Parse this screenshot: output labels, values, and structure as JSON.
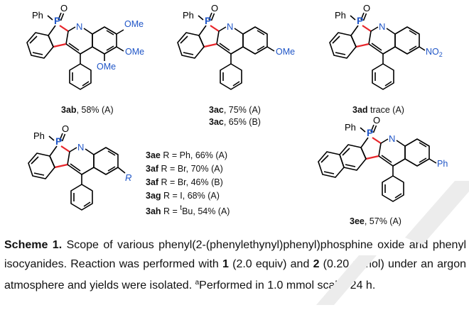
{
  "compounds": {
    "c3ab": {
      "id": "3ab",
      "text": ", 58% (A)",
      "substituents": {
        "a": "OMe",
        "b": "OMe",
        "c": "OMe"
      }
    },
    "c3ac": {
      "line1": {
        "id": "3ac",
        "text": ", 75% (A)"
      },
      "line2": {
        "id": "3ac",
        "text": ", 65% (B)"
      },
      "substituents": {
        "a": "OMe"
      }
    },
    "c3ad": {
      "id": "3ad",
      "text": " trace (A)",
      "substituents": {
        "a": "NO"
      }
    },
    "c3ee": {
      "id": "3ee",
      "text": ", 57% (A)",
      "substituents": {
        "a": "Ph"
      }
    },
    "series": {
      "substituent": "R",
      "rows": [
        {
          "id": "3ae",
          "text": " R = Ph, 66% (A)"
        },
        {
          "id": "3af",
          "text": " R = Br, 70% (A)"
        },
        {
          "id": "3af",
          "text": " R = Br, 46% (B)"
        },
        {
          "id": "3ag",
          "text": " R = I, 68% (A)"
        },
        {
          "id": "3ah",
          "pre": " R = ",
          "sup": "t",
          "post": "Bu, 54% (A)"
        }
      ]
    },
    "atoms": {
      "ph": "Ph",
      "o": "O",
      "p": "P",
      "n": "N",
      "no2_sub": "2"
    }
  },
  "caption": {
    "title": "Scheme 1.",
    "t1": " Scope of various phenyl(2-(phenylethynyl)phenyl)phosphine oxide and phenyl isocyanides. Reaction was performed with ",
    "b1": "1",
    "t2": " (2.0 equiv) and ",
    "b2": "2",
    "t3": " (0.20 mmol) under an argon atmosphere and yields were isolated. ",
    "sup": "a",
    "t4": "Performed in 1.0 mmol scale, 24 h."
  },
  "colors": {
    "bond": "#000000",
    "new_bond": "#e8262b",
    "heteroatom": "#1f55c7",
    "text": "#111111",
    "watermark": "#ececec"
  }
}
